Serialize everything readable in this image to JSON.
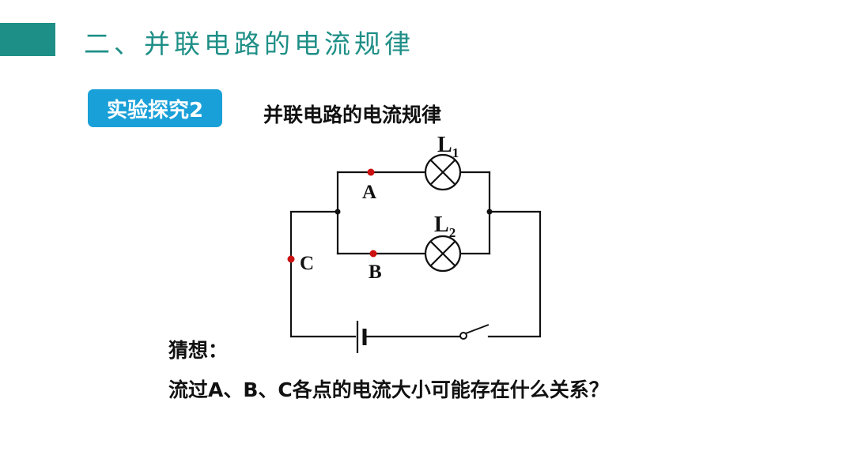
{
  "slide": {
    "title": "二、并联电路的电流规律",
    "badge": "实验探究2",
    "subtitle": "并联电路的电流规律",
    "guess_label": "猜想：",
    "question": "流过A、B、C各点的电流大小可能存在什么关系？"
  },
  "diagram": {
    "lamp1_label": "L",
    "lamp1_sub": "1",
    "lamp2_label": "L",
    "lamp2_sub": "2",
    "point_a": "A",
    "point_b": "B",
    "point_c": "C"
  },
  "colors": {
    "accent": "#1e8f87",
    "badge": "#1aa0d8",
    "point": "#cc1111"
  }
}
